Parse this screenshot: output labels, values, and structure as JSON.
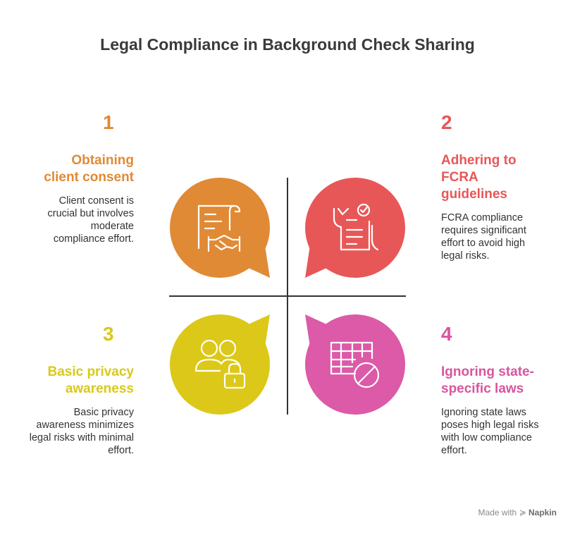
{
  "title": "Legal Compliance in Background Check Sharing",
  "colors": {
    "q1": "#e08a35",
    "q2": "#e85757",
    "q3": "#dcc818",
    "q4": "#dc5aa8",
    "axis": "#333333"
  },
  "quadrants": [
    {
      "number": "1",
      "heading_line1": "Obtaining",
      "heading_line2": "client consent",
      "heading_line3": "",
      "description": "Client consent is crucial but involves moderate compliance effort.",
      "icon": "contract-handshake-icon"
    },
    {
      "number": "2",
      "heading_line1": "Adhering to",
      "heading_line2": "FCRA",
      "heading_line3": "guidelines",
      "description": "FCRA compliance requires significant effort to avoid high legal risks.",
      "icon": "checklist-document-icon"
    },
    {
      "number": "3",
      "heading_line1": "Basic privacy",
      "heading_line2": "awareness",
      "heading_line3": "",
      "description": "Basic privacy awareness minimizes legal risks with minimal effort.",
      "icon": "users-lock-icon"
    },
    {
      "number": "4",
      "heading_line1": "Ignoring state-",
      "heading_line2": "specific laws",
      "heading_line3": "",
      "description": "Ignoring state laws poses high legal risks with low compliance effort.",
      "icon": "blocked-table-icon"
    }
  ],
  "footer": {
    "made_with": "Made with",
    "brand": "Napkin"
  }
}
